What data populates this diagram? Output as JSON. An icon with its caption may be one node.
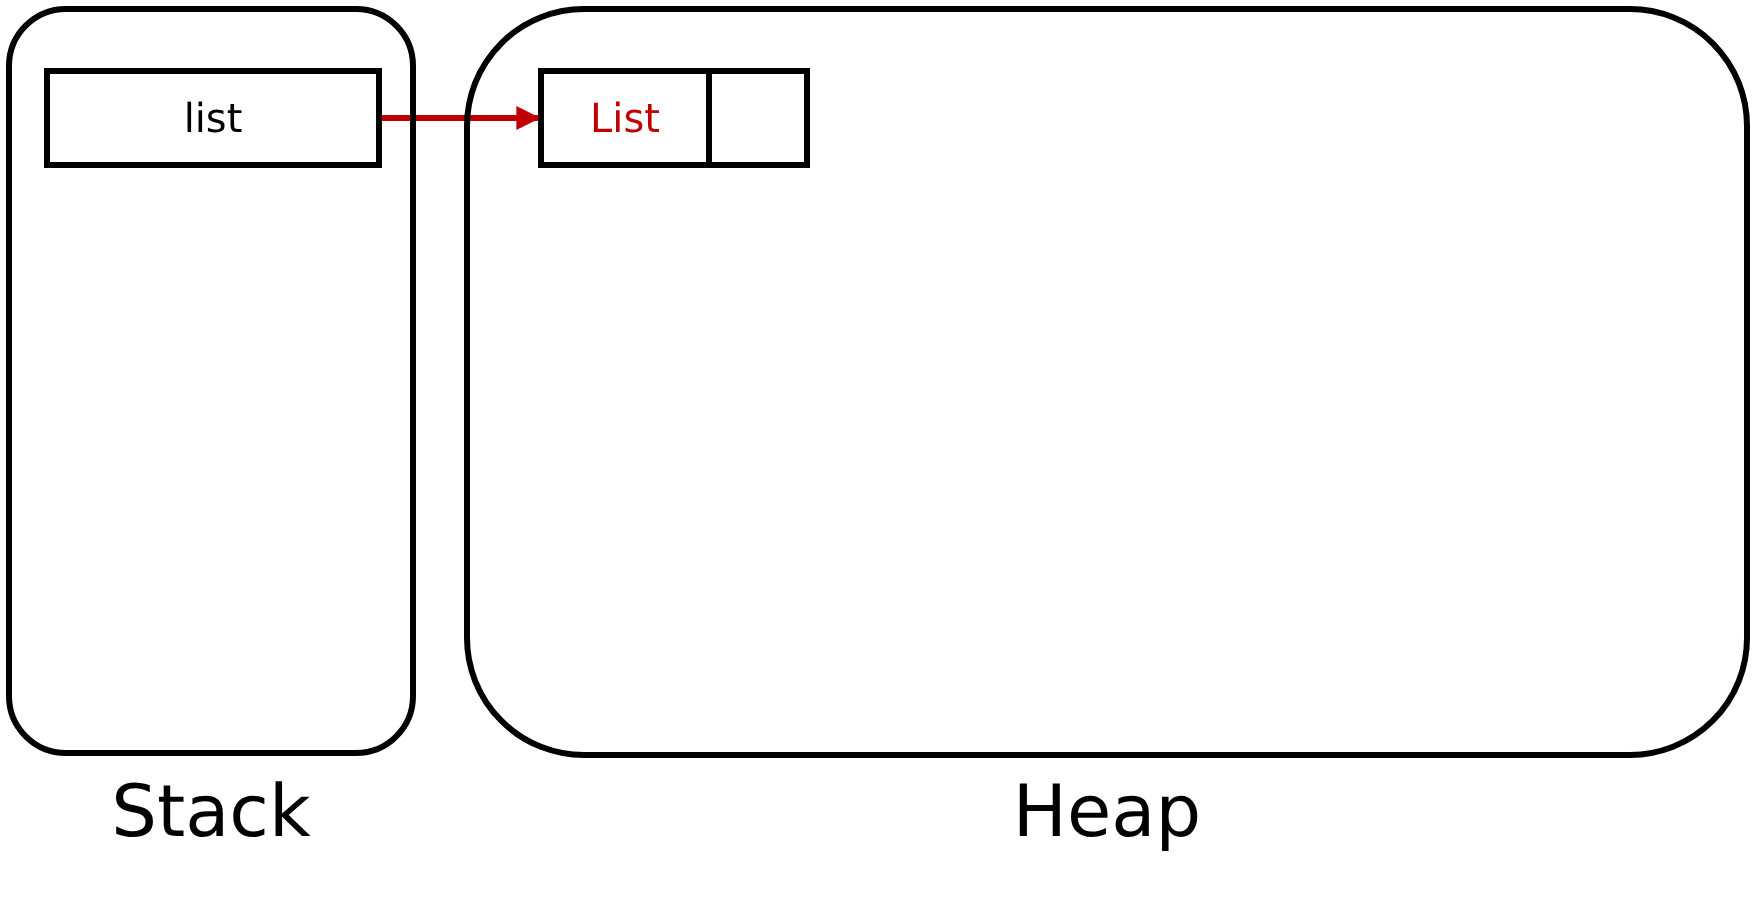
{
  "diagram": {
    "nodes": [
      {
        "text": [
          "Stack"
        ]
      },
      {
        "text": [
          "list"
        ],
        "in": 0
      },
      {
        "text": [
          "Heap"
        ]
      },
      {
        "text": [
          "List"
        ],
        "in": 2
      },
      {
        "text": [],
        "shape": "box",
        "in": 2
      }
    ],
    "edges": [
      {
        "from": 1,
        "to": 3,
        "arrow": "to",
        "color": "#c00000"
      }
    ]
  }
}
